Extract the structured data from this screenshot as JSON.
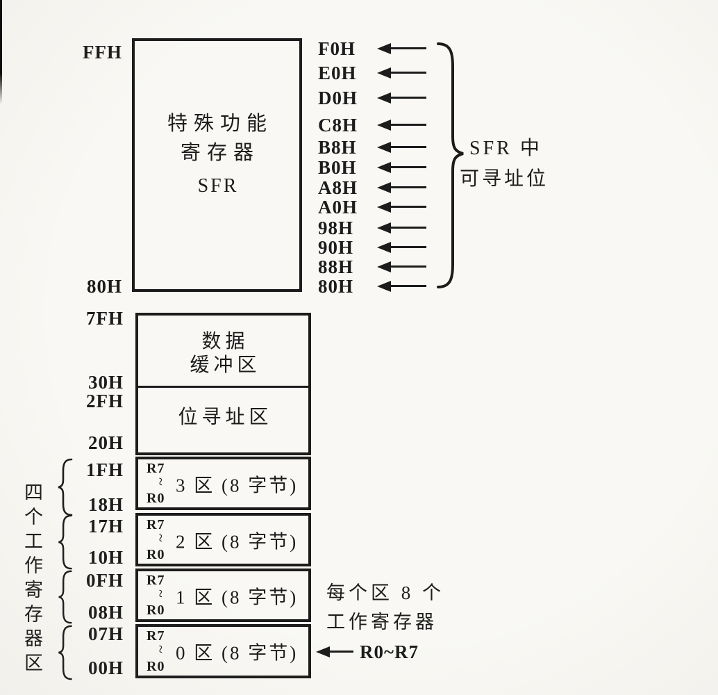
{
  "colors": {
    "ink": "#1c1c1c",
    "paper": "#f9f8f4"
  },
  "sfr": {
    "top_addr": "FFH",
    "bottom_addr": "80H",
    "title_lines": [
      "特殊功能",
      "寄存器",
      "SFR"
    ],
    "bit_rows": [
      "F0H",
      "E0H",
      "D0H",
      "C8H",
      "B8H",
      "B0H",
      "A8H",
      "A0H",
      "98H",
      "90H",
      "88H",
      "80H"
    ],
    "brace_note_line1": "SFR 中",
    "brace_note_line2": "可寻址位"
  },
  "ram": {
    "data_buffer": {
      "top_addr": "7FH",
      "bottom_addr": "30H",
      "line1": "数据",
      "line2": "缓冲区"
    },
    "bit_area": {
      "top_addr": "2FH",
      "bottom_addr": "20H",
      "label": "位寻址区"
    },
    "banks": [
      {
        "top_addr": "1FH",
        "bottom_addr": "18H",
        "reg_top": "R7",
        "reg_bottom": "R0",
        "label": "3 区 (8 字节)"
      },
      {
        "top_addr": "17H",
        "bottom_addr": "10H",
        "reg_top": "R7",
        "reg_bottom": "R0",
        "label": "2 区 (8 字节)"
      },
      {
        "top_addr": "0FH",
        "bottom_addr": "08H",
        "reg_top": "R7",
        "reg_bottom": "R0",
        "label": "1 区 (8 字节)"
      },
      {
        "top_addr": "07H",
        "bottom_addr": "00H",
        "reg_top": "R7",
        "reg_bottom": "R0",
        "label": "0 区 (8 字节)"
      }
    ],
    "left_vertical_label": "四个工作寄存器区",
    "note_line1": "每个区 8 个",
    "note_line2": "工作寄存器",
    "arrow_label": "R0~R7"
  }
}
